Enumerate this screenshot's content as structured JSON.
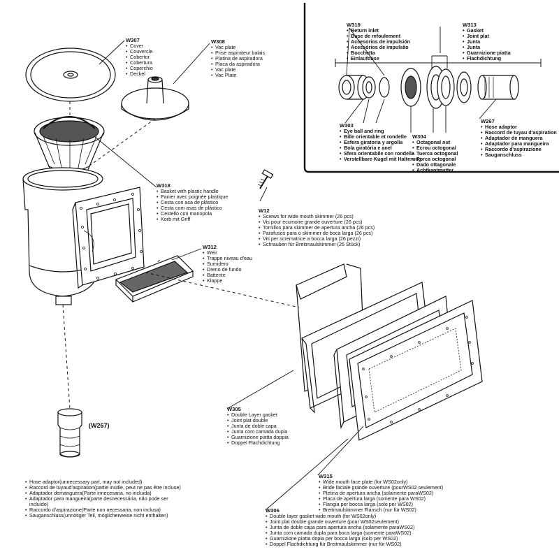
{
  "labels": {
    "w307": {
      "code": "W307",
      "items": [
        "Cover",
        "Couvercle",
        "Cobertor",
        "Cobertura",
        "Coperchio",
        "Deckel"
      ]
    },
    "w308": {
      "code": "W308",
      "items": [
        "Vac plate",
        "Prise aspirateur balais",
        "Platina de aspiradora",
        "Placa da aspiradora",
        "Vac plate",
        "Vac Plate"
      ]
    },
    "w318": {
      "code": "W318",
      "items": [
        "Basket with plastic handle",
        "Panier avec poignée plastique",
        "Cesta con asa de plástico",
        "Cesta com asas de plástico",
        "Cestello con manopola",
        "Korb mit Griff"
      ]
    },
    "w312": {
      "code": "W312",
      "items": [
        "Weir",
        "Trappe niveau d'eau",
        "Sumidero",
        "Dreno de fundo",
        "Battente",
        "Klappe"
      ]
    },
    "w12": {
      "code": "W12",
      "items": [
        "Screws for wide mouth skimmer (26 pcs)",
        "Vis pour ecumoire grande ouverture (26 pcs)",
        "Tornillos para skimmer de apertura ancha (26 pcs)",
        "Parafusos para o skimmer de boca larga (26 pcs)",
        "Viti per scrematrice a bocca larga (26 pezzi)",
        "Schrauben für Breitmaulskimmer (26 Stück)"
      ]
    },
    "w319": {
      "code": "W319",
      "items": [
        "Return inlet",
        "Buse de refoulement",
        "Accesorios de impulsión",
        "Acessórios de impulsão",
        "Bocchetta",
        "Einlaufdüse"
      ]
    },
    "w313": {
      "code": "W313",
      "items": [
        "Gasket",
        "Joint plat",
        "Junta",
        "Junta",
        "Guarnizione piatta",
        "Flachdichtung"
      ]
    },
    "w303": {
      "code": "W303",
      "items": [
        "Eye ball and ring",
        "Bille orientable et rondelle",
        "Esfera giratoria y argolla",
        "Bola giratória e anel",
        "Sfera orientabile con rondella",
        "Verstellbare Kugel mit Halterung"
      ]
    },
    "w304": {
      "code": "W304",
      "items": [
        "Octagonal nut",
        "Ecrou octogonal",
        "Tuerca octogonal",
        "Porca octogonal",
        "Dado ottagonale",
        "Achtkantmutter"
      ]
    },
    "w267": {
      "code": "W267",
      "items": [
        "Hose adaptor",
        "Raccord de tuyau d'aspiration",
        "Adaptador de manguera",
        "Adaptador para mangueira",
        "Raccordo d'aspirazione",
        "Sauganschluss"
      ]
    },
    "w305": {
      "code": "W305",
      "items": [
        "Double Layer gasket",
        "Joint plat double",
        "Junta de doble capa",
        "Junta com camada dupla",
        "Guarnizione piatta doppia",
        "Doppel Flachdichtung"
      ]
    },
    "w315": {
      "code": "W315",
      "items": [
        "Wide mouth face plate (for WS02only)",
        "Bride faciale grande ouverture (pourWS02 seulement)",
        "Pletina de apertura ancha (solamente paraWS02)",
        "Placa de apertura larga (somente para WS02)",
        "Flangia per bocca larga (solo per WS02)",
        "Breitmaulskimmer Flansch (nur für WS02)"
      ]
    },
    "w306": {
      "code": "W306",
      "items": [
        "Double layer gasket wide mouth (for WS02only)",
        "Joint plat double grande ouverture (pour WS02seulement)",
        "Junta de doble capa para apertura ancha (solamente paraWS02)",
        "Junta com camada dupla para boca larga (somente paraWS02)",
        "Guarnizione piatta dopia per bocca larga (solo per WS02)",
        "Doppel Flachdichtung für Breitmaulskimmer (nur für WS02)"
      ]
    },
    "w267_tag": "(W267)",
    "hose_note": [
      "Hose adaptor(unnecessary part, may not included)",
      "Raccord de tuyaud'aspiration(partie inutile, peut ne pas être incluse)",
      "Adaptador demanguera(Parte innecesaria, no incluida)",
      "Adaptador para mangueira(parte desnecessária, não pode ser incluído)",
      "Raccordo d'aspirazione(Parte non necessaria, non inclusa)",
      "Sauganschluss(unnötiger Teil, möglicherweise nicht enthalten)"
    ]
  }
}
